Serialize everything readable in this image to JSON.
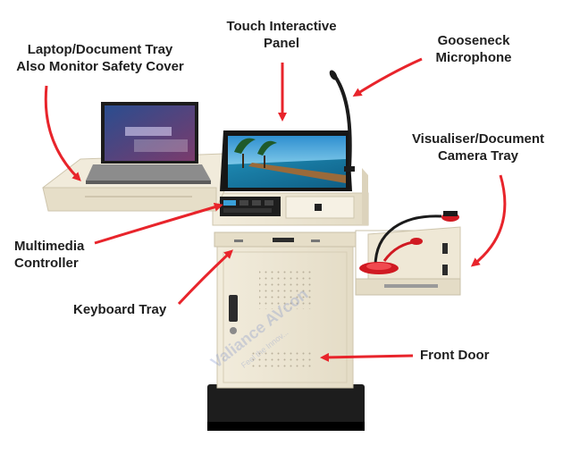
{
  "labels": {
    "laptop_tray": [
      "Laptop/Document Tray",
      "Also Monitor Safety Cover"
    ],
    "touch_panel": [
      "Touch Interactive",
      "Panel"
    ],
    "gooseneck_mic": [
      "Gooseneck",
      "Microphone"
    ],
    "visualiser_tray": [
      "Visualiser/Document",
      "Camera Tray"
    ],
    "multimedia_controller": [
      "Multimedia",
      "Controller"
    ],
    "keyboard_tray": "Keyboard Tray",
    "front_door": "Front Door"
  },
  "watermark": {
    "brand": "Valiance AVcon",
    "tagline": "Feel the Innov..."
  },
  "colors": {
    "arrow": "#e8242b",
    "podium_body": "#efe8d6",
    "podium_shadow": "#d9d0bb",
    "base": "#1d1d1d",
    "screen_frame": "#161616",
    "sky": "#3aa6d8",
    "sea": "#2b8fb0",
    "camera_red": "#d01a22"
  }
}
